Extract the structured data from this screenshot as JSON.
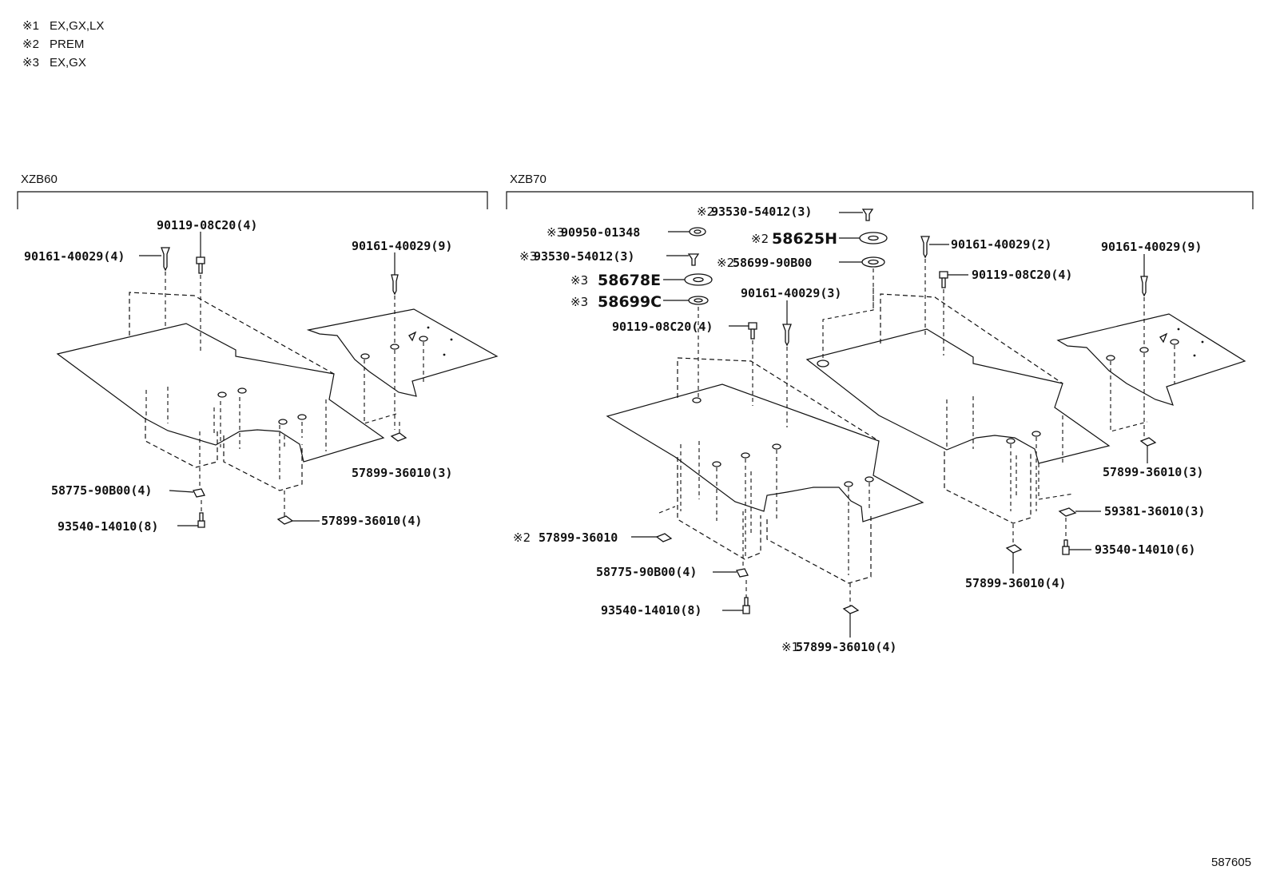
{
  "notes": [
    {
      "mark": "※1",
      "text": "EX,GX,LX"
    },
    {
      "mark": "※2",
      "text": "PREM"
    },
    {
      "mark": "※3",
      "text": "EX,GX"
    }
  ],
  "sections": {
    "left": "XZB60",
    "right": "XZB70"
  },
  "labels": {
    "l_90119": "90119-08C20(4)",
    "l_90161_4": "90161-40029(4)",
    "l_90161_9": "90161-40029(9)",
    "l_57899_3": "57899-36010(3)",
    "l_58775": "58775-90B00(4)",
    "l_93540": "93540-14010(8)",
    "l_57899_4": "57899-36010(4)",
    "r_93530_top": "93530-54012(3)",
    "r_93530_top_mark": "※2",
    "r_90950": "90950-01348",
    "r_90950_mark": "※3",
    "r_58625H": "58625H",
    "r_58625H_mark": "※2",
    "r_93530_mid": "93530-54012(3)",
    "r_93530_mid_mark": "※3",
    "r_58699_90B00": "58699-90B00",
    "r_58699_90B00_mark": "※2",
    "r_58678E": "58678E",
    "r_58678E_mark": "※3",
    "r_58699C": "58699C",
    "r_58699C_mark": "※3",
    "r_90161_3": "90161-40029(3)",
    "r_90161_2": "90161-40029(2)",
    "r_90119_a": "90119-08C20(4)",
    "r_90119_b": "90119-08C20(4)",
    "r_90161_9": "90161-40029(9)",
    "r_57899_3": "57899-36010(3)",
    "r_59381": "59381-36010(3)",
    "r_93540_6": "93540-14010(6)",
    "r_57899_4": "57899-36010(4)",
    "r_57899_mark2": "※2",
    "r_57899_single": "57899-36010",
    "r_58775": "58775-90B00(4)",
    "r_93540_8": "93540-14010(8)",
    "r_57899_mark1": "※1",
    "r_57899_bottom": "57899-36010(4)"
  },
  "diagram_id": "587605"
}
